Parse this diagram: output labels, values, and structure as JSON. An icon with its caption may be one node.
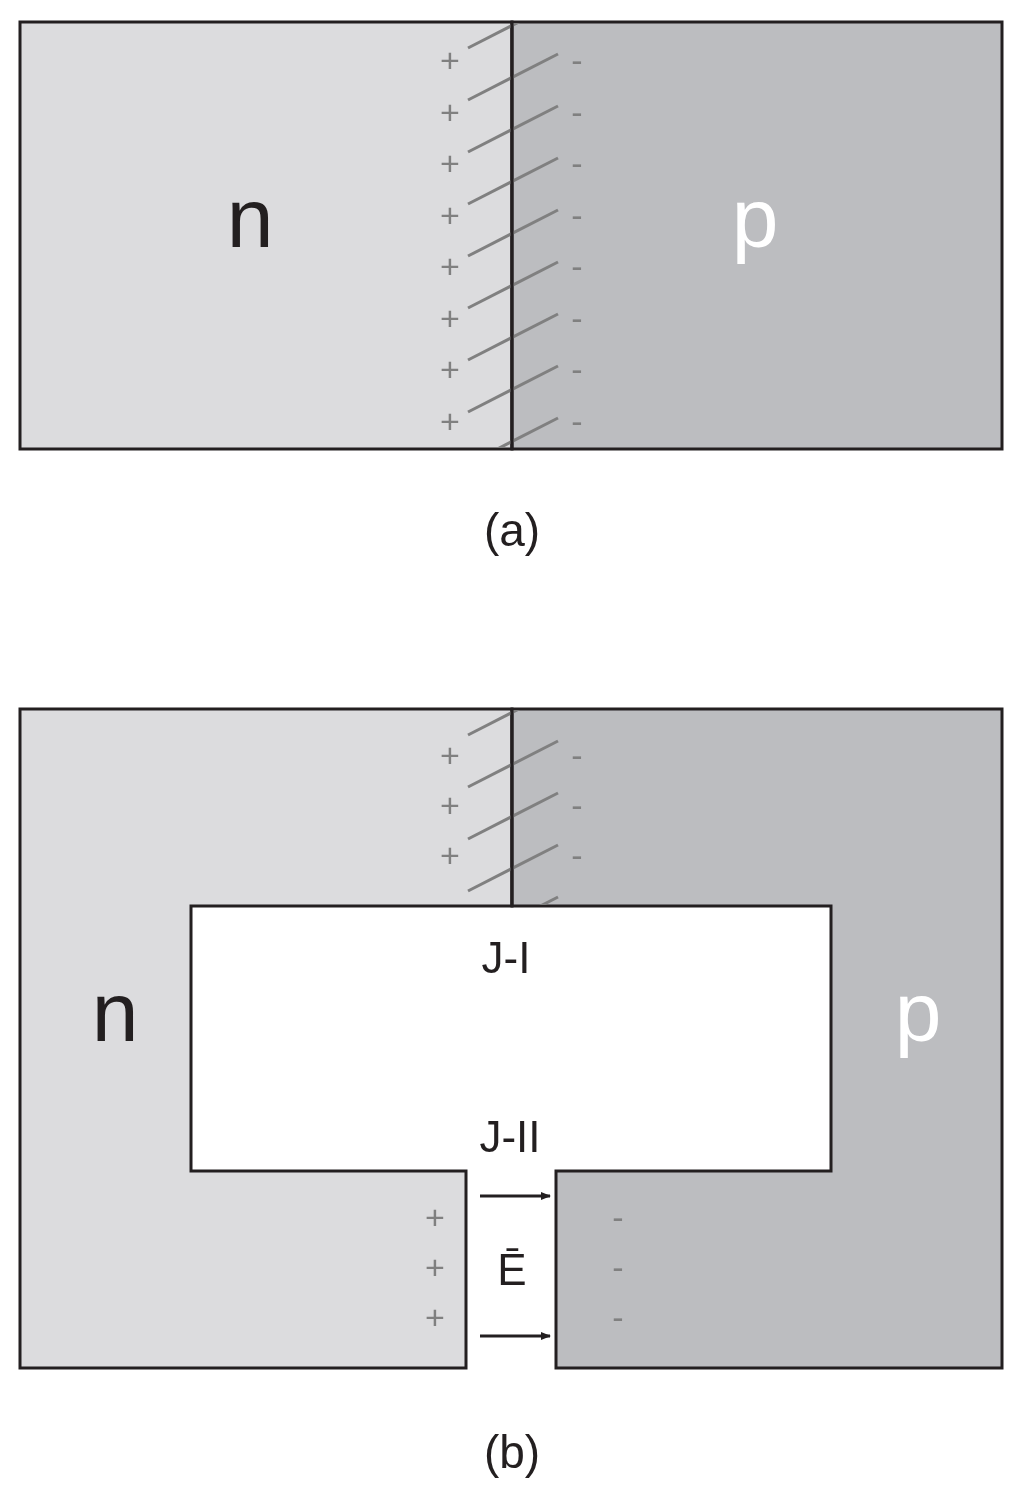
{
  "diagram": {
    "nodes": [
      {
        "text": [
          "n"
        ]
      },
      {
        "text": [
          "p"
        ]
      },
      {
        "text": [
          "n"
        ]
      },
      {
        "text": [
          "p"
        ]
      }
    ],
    "edges": [],
    "labels": [
      "+",
      "-",
      "+",
      "-",
      "+",
      "-",
      "+",
      "-",
      "+",
      "-",
      "+",
      "-",
      "+",
      "-",
      "+",
      "-",
      "(a)",
      "+",
      "-",
      "+",
      "-",
      "+",
      "-",
      "J-I",
      "J-II",
      "+",
      "-",
      "Ē",
      "+",
      "-",
      "+",
      "-",
      "(b)"
    ]
  }
}
